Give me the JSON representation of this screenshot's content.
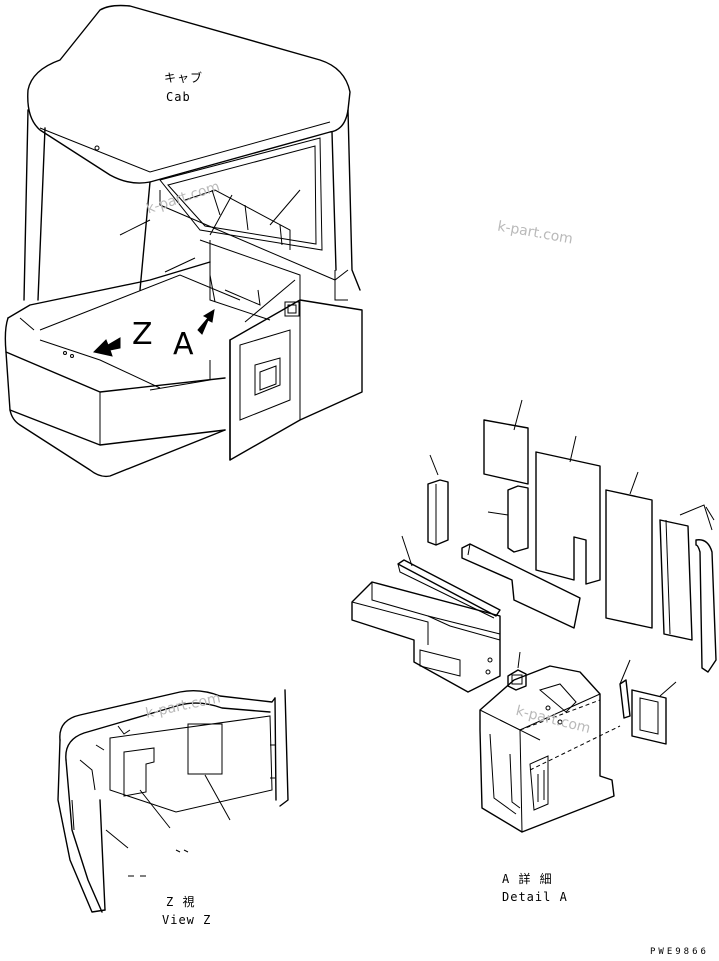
{
  "labels": {
    "cab_jp": "キャブ",
    "cab_en": "Cab",
    "view_z_jp": "Z  視",
    "view_z_en": "View Z",
    "detail_a_jp": "A 詳 細",
    "detail_a_en": "Detail A",
    "letter_z": "Z",
    "letter_a": "A",
    "drawing_code": "PWE9866"
  },
  "watermarks": [
    "k-part.com",
    "k-part.com",
    "k-part.com",
    "k-part.com"
  ]
}
